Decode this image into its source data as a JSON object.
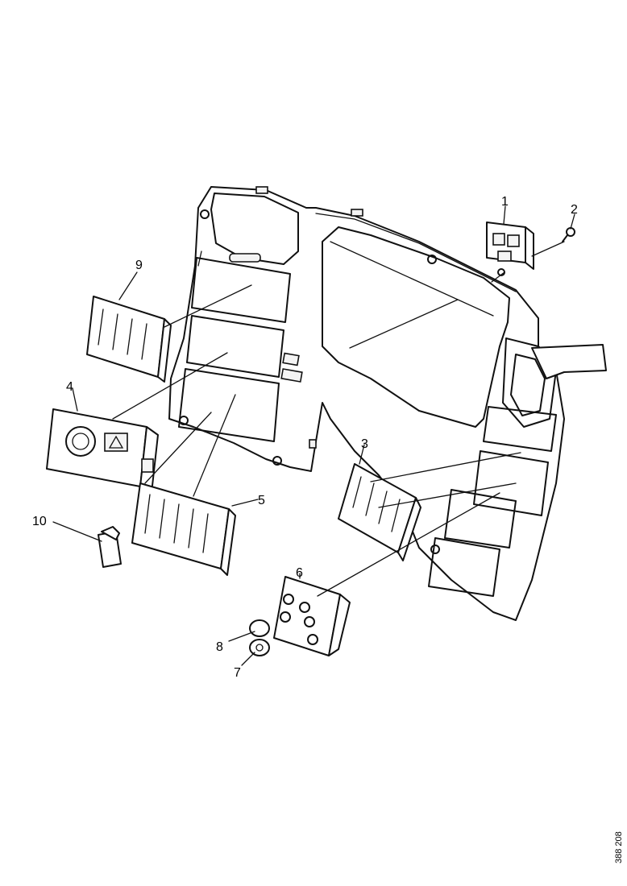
{
  "callouts": [
    {
      "id": "1",
      "label": "1",
      "part": "switch-assembly"
    },
    {
      "id": "2",
      "label": "2",
      "part": "screw"
    },
    {
      "id": "3",
      "label": "3",
      "part": "vent-grille"
    },
    {
      "id": "4",
      "label": "4",
      "part": "light-switch-panel"
    },
    {
      "id": "5",
      "label": "5",
      "part": "vent-grille"
    },
    {
      "id": "6",
      "label": "6",
      "part": "control-panel"
    },
    {
      "id": "7",
      "label": "7",
      "part": "knob"
    },
    {
      "id": "8",
      "label": "8",
      "part": "knob-cap"
    },
    {
      "id": "9",
      "label": "9",
      "part": "vent-grille"
    },
    {
      "id": "10",
      "label": "10",
      "part": "clip"
    }
  ],
  "reference_number": "388 208"
}
